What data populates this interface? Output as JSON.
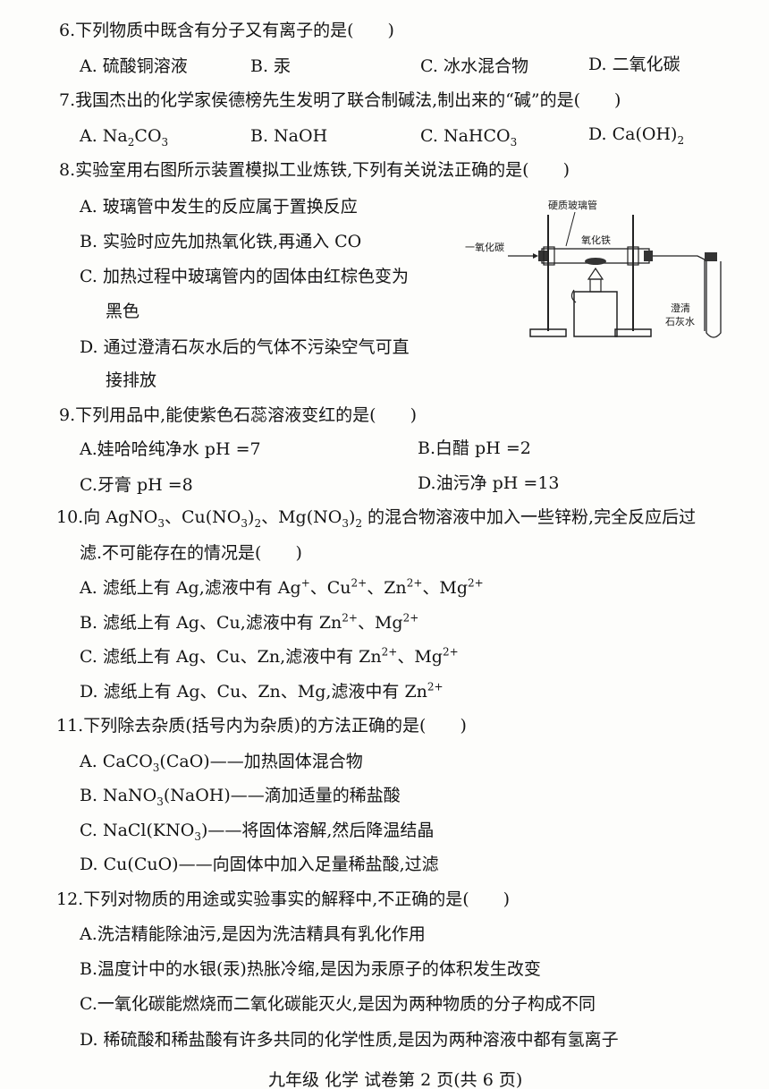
{
  "q6": {
    "stem": "6.下列物质中既含有分子又有离子的是(　　)",
    "a": "A. 硫酸铜溶液",
    "b": "B. 汞",
    "c": "C. 冰水混合物",
    "d": "D. 二氧化碳"
  },
  "q7": {
    "stem": "7.我国杰出的化学家侯德榜先生发明了联合制碱法,制出来的“碱”的是(　　)"
  },
  "q8": {
    "stem": "8.实验室用右图所示装置模拟工业炼铁,下列有关说法正确的是(　　)",
    "a": "A.  玻璃管中发生的反应属于置换反应",
    "b": "B.  实验时应先加热氧化铁,再通入 CO",
    "c1": "C.  加热过程中玻璃管内的固体由红棕色变为",
    "c2": "黑色",
    "d1": "D.  通过澄清石灰水后的气体不污染空气可直",
    "d2": "接排放",
    "figure": {
      "tube_label": "硬质玻璃管",
      "co_label": "一氧化碳",
      "fe2o3_label": "氧化铁",
      "limewater_label1": "澄清",
      "limewater_label2": "石灰水"
    }
  },
  "q9": {
    "stem": "9.下列用品中,能使紫色石蕊溶液变红的是(　　)",
    "a": "A.娃哈哈纯净水 pH =7",
    "b": "B.白醋 pH =2",
    "c": "C.牙膏 pH =8",
    "d": "D.油污净 pH =13"
  },
  "q10": {
    "line2": "滤.不可能存在的情况是(　　)"
  },
  "q11": {
    "stem": "11.下列除去杂质(括号内为杂质)的方法正确的是(　　)"
  },
  "q12": {
    "stem": "12.下列对物质的用途或实验事实的解释中,不正确的是(　　)",
    "a": "A.洗洁精能除油污,是因为洗洁精具有乳化作用",
    "b": "B.温度计中的水银(汞)热胀冷缩,是因为汞原子的体积发生改变",
    "c": "C.一氧化碳能燃烧而二氧化碳能灭火,是因为两种物质的分子构成不同",
    "d": "D.  稀硫酸和稀盐酸有许多共同的化学性质,是因为两种溶液中都有氢离子"
  },
  "footer": "九年级 化学 试卷第 2 页(共 6 页)"
}
